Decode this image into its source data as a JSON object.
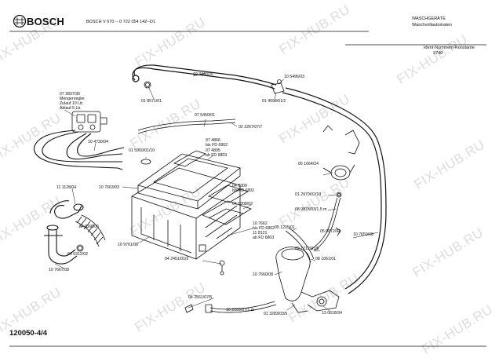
{
  "header": {
    "brand": "BOSCH",
    "model_line": "BOSCH   V 670 -- 0 722 054 142--D1",
    "title": "WASCHGERÄTE",
    "subtitle": "Waschvollautomaten",
    "ident_label": "Ident-Nummern-Konstante",
    "ident_value": "3740"
  },
  "watermark": "FIX-HUB.RU",
  "footer": {
    "code": "120050-4/4"
  },
  "labels": {
    "l1": "10 3440/20",
    "l2": "10 5496/03",
    "l3": "01 4698/01/2",
    "l4": "01 8571/01",
    "l5a": "07 2837/30",
    "l5b": "Mengenregler",
    "l5c": "Zulauf 10 Ltr.",
    "l5d": "Ablauf  5 Ltr.",
    "l6": "07 5450/01",
    "l7": "02 2267/07/7",
    "l8": "10 4730/04",
    "l9": "01 5950/01/10",
    "l10a": "07 4866",
    "l10b": "bis FD 6802",
    "l10c": "07 4895",
    "l10d": "ab FD 6803",
    "l11": "05 1664/24",
    "l12": "11 1128/04",
    "l13": "10 7663/03",
    "l14a": "04 0309",
    "l14b": "bis FD 6802",
    "l15": "04 0308/02",
    "l16": "01 2970/02/10",
    "l17": "08 0878/03/1,5 m",
    "l18": "10 7666/06",
    "l19": "05 1205/01",
    "l20": "05 0872/02",
    "l21": "02 1712/01/5",
    "l22": "10 7659/08",
    "l23": "04 0312/02",
    "l24": "10 9761/08",
    "l25a": "10 7662",
    "l25b": "bis FD 6802",
    "l25c": "11 8121",
    "l25d": "ab FD 6803",
    "l26": "08 1061/01",
    "l27": "10 7667/08",
    "l28": "04 2451/01/2",
    "l29": "10 7660/08",
    "l30": "04 2561/07/5",
    "l31": "10 2203/07/1 m",
    "l32": "01 3283/03/5",
    "l33": "13 0618/34"
  }
}
